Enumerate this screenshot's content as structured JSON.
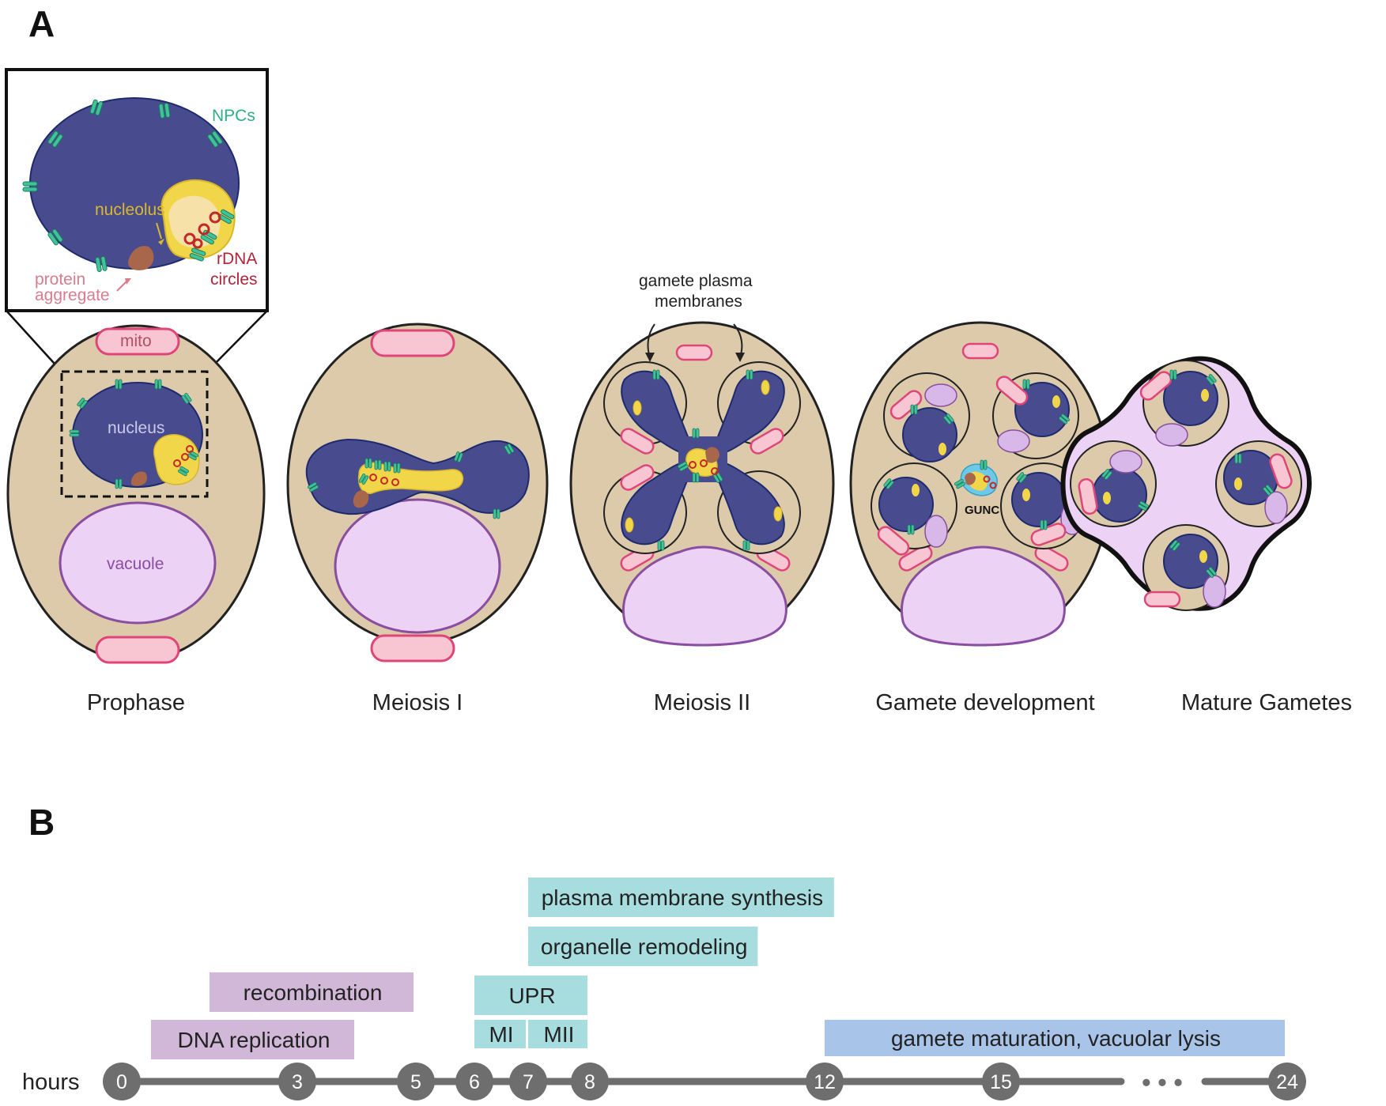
{
  "panel_a": {
    "letter": "A",
    "inset_labels": {
      "npcs": "NPCs",
      "nucleolus": "nucleolus",
      "rdna_1": "rDNA",
      "rdna_2": "circles",
      "protein_1": "protein",
      "protein_2": "aggregate"
    },
    "cell_labels": {
      "mito": "mito",
      "nucleus": "nucleus",
      "vacuole": "vacuole",
      "gamete_pm_1": "gamete plasma",
      "gamete_pm_2": "membranes",
      "gunc": "GUNC"
    },
    "stages": [
      "Prophase",
      "Meiosis I",
      "Meiosis II",
      "Gamete development",
      "Mature Gametes"
    ],
    "colors": {
      "cytoplasm": "#dccaaa",
      "nucleus": "#484c8e",
      "nucleolus": "#f2d64a",
      "npc": "#3fc49a",
      "mito_fill": "#f7c6d2",
      "mito_edge": "#e0457a",
      "vacuole": "#ecd2f5",
      "vacuole_edge": "#8a4ea0",
      "aggregate": "#a8664a",
      "rdna": "#c42828",
      "npc_label": "#2fae86",
      "nucleolus_label": "#d9b92a",
      "rdna_label": "#b0243a",
      "protein_label": "#d97c8e"
    }
  },
  "panel_b": {
    "letter": "B",
    "axis_label": "hours",
    "ticks": [
      "0",
      "3",
      "5",
      "6",
      "7",
      "8",
      "12",
      "15",
      "24"
    ],
    "ellipsis": "• • •",
    "colors": {
      "purple": "#d2b8d8",
      "teal": "#a8dde0",
      "blue": "#a8c4e8",
      "axis": "#6e6e6e"
    },
    "bars": [
      {
        "label": "DNA replication",
        "start": "0.5",
        "end": "4",
        "color": "purple"
      },
      {
        "label": "recombination",
        "start": "1.5",
        "end": "5",
        "color": "purple"
      },
      {
        "label": "MI",
        "start": "6",
        "end": "7",
        "color": "teal"
      },
      {
        "label": "MII",
        "start": "7",
        "end": "8",
        "color": "teal"
      },
      {
        "label": "UPR",
        "start": "6",
        "end": "8",
        "color": "teal"
      },
      {
        "label": "organelle remodeling",
        "start": "7",
        "end": "10.9",
        "color": "teal"
      },
      {
        "label": "plasma membrane synthesis",
        "start": "7",
        "end": "12.2",
        "color": "teal"
      },
      {
        "label": "gamete maturation, vacuolar lysis",
        "start": "12",
        "end": "24",
        "color": "blue"
      }
    ]
  }
}
